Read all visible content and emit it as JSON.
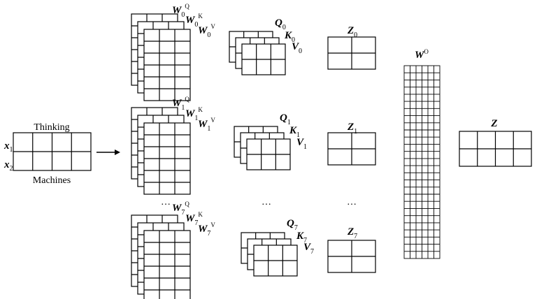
{
  "input": {
    "top_label": "Thinking",
    "bottom_label": "Machines",
    "rows": [
      {
        "sym": "x",
        "sub": "1"
      },
      {
        "sym": "x",
        "sub": "2"
      }
    ]
  },
  "heads": [
    {
      "wq": {
        "sym": "W",
        "sub": "0",
        "sup": "Q"
      },
      "wk": {
        "sym": "W",
        "sub": "0",
        "sup": "K"
      },
      "wv": {
        "sym": "W",
        "sub": "0",
        "sup": "V"
      },
      "q": {
        "sym": "Q",
        "sub": "0"
      },
      "k": {
        "sym": "K",
        "sub": "0"
      },
      "v": {
        "sym": "V",
        "sub": "0"
      },
      "z": {
        "sym": "Z",
        "sub": "0"
      }
    },
    {
      "wq": {
        "sym": "W",
        "sub": "1",
        "sup": "Q"
      },
      "wk": {
        "sym": "W",
        "sub": "1",
        "sup": "K"
      },
      "wv": {
        "sym": "W",
        "sub": "1",
        "sup": "V"
      },
      "q": {
        "sym": "Q",
        "sub": "1"
      },
      "k": {
        "sym": "K",
        "sub": "1"
      },
      "v": {
        "sym": "V",
        "sub": "1"
      },
      "z": {
        "sym": "Z",
        "sub": "1"
      }
    },
    {
      "wq": {
        "sym": "W",
        "sub": "7",
        "sup": "Q"
      },
      "wk": {
        "sym": "W",
        "sub": "7",
        "sup": "K"
      },
      "wv": {
        "sym": "W",
        "sub": "7",
        "sup": "V"
      },
      "q": {
        "sym": "Q",
        "sub": "7"
      },
      "k": {
        "sym": "K",
        "sub": "7"
      },
      "v": {
        "sym": "V",
        "sub": "7"
      },
      "z": {
        "sym": "Z",
        "sub": "7"
      }
    }
  ],
  "ellipsis": "…",
  "wo": {
    "sym": "W",
    "sup": "O"
  },
  "output": {
    "sym": "Z"
  },
  "colors": {
    "stroke": "#000000",
    "fill": "#ffffff"
  }
}
